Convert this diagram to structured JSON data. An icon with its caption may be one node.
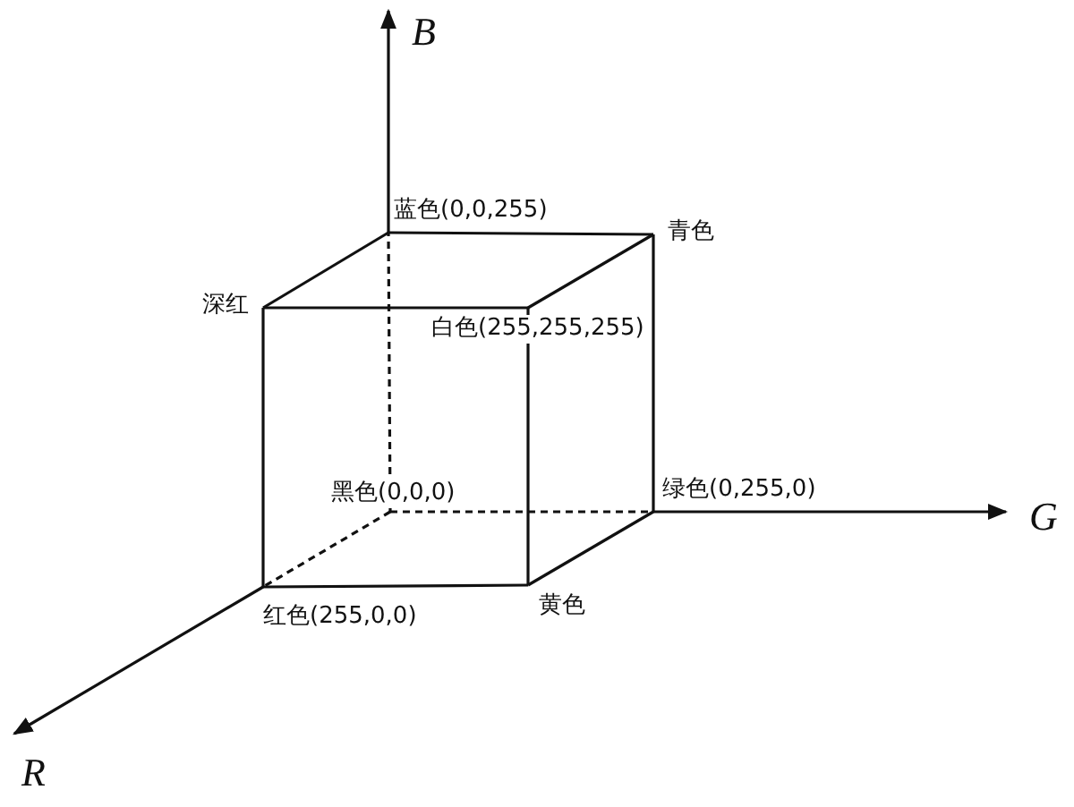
{
  "diagram": {
    "nodes": [
      {
        "text": [
          "蓝色(0,0,255)"
        ]
      },
      {
        "text": [
          "青色"
        ]
      },
      {
        "text": [
          "深红"
        ]
      },
      {
        "text": [
          "白色(255,255,255)"
        ]
      },
      {
        "text": [
          "黑色(0,0,0)"
        ]
      },
      {
        "text": [
          "绿色(0,255,0)"
        ]
      },
      {
        "text": [
          "红色(255,0,0)"
        ]
      },
      {
        "text": [
          "黄色"
        ]
      }
    ],
    "edges": [
      {
        "from": 2,
        "to": 0,
        "arrow": "none"
      },
      {
        "from": 0,
        "to": 1,
        "arrow": "none"
      },
      {
        "from": 2,
        "to": 3,
        "arrow": "none"
      },
      {
        "from": 3,
        "to": 1,
        "arrow": "none"
      },
      {
        "from": 2,
        "to": 6,
        "arrow": "none"
      },
      {
        "from": 3,
        "to": 7,
        "arrow": "none"
      },
      {
        "from": 1,
        "to": 5,
        "arrow": "none"
      },
      {
        "from": 6,
        "to": 7,
        "arrow": "none"
      },
      {
        "from": 7,
        "to": 5,
        "arrow": "none"
      },
      {
        "from": 4,
        "to": 0,
        "arrow": "none",
        "style": "dashed"
      },
      {
        "from": 4,
        "to": 5,
        "arrow": "none",
        "style": "dashed"
      },
      {
        "from": 4,
        "to": 6,
        "arrow": "none",
        "style": "dashed"
      }
    ],
    "labels": [
      "B",
      "G",
      "R"
    ]
  }
}
